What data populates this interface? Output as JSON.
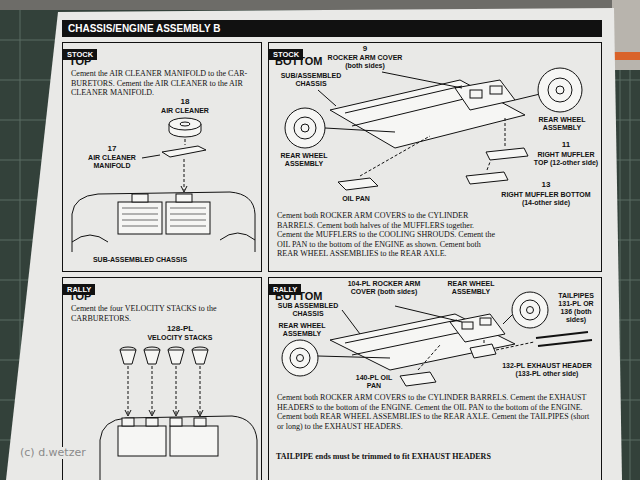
{
  "diagram": {
    "title": "CHASSIS/ENGINE ASSEMBLY B",
    "nodes": [
      {
        "text": [
          "STOCK",
          "TOP",
          "Cement the AIR CLEANER MANIFOLD to the CAR-BURETORS. Cement the AIR CLEANER to the AIR CLEANER MANIFOLD."
        ]
      },
      {
        "text": [
          "STOCK",
          "BOTTOM",
          "Cement both ROCKER ARM COVERS to the CYLINDER BARRELS. Cement both halves of the MUFFLERS together. Cement the MUFFLERS to the COOLING SHROUDS. Cement the OIL PAN to the bottom of the ENGINE as shown. Cement both REAR WHEEL ASSEMBLIES to the REAR AXLE."
        ]
      },
      {
        "text": [
          "RALLY",
          "TOP",
          "Cement the four VELOCITY STACKS to the CARBURETORS."
        ]
      },
      {
        "text": [
          "RALLY",
          "BOTTOM",
          "Cement both ROCKER ARM COVERS to the CYLINDER BARRELS. Cement the EXHAUST HEADERS to the bottom of the ENGINE. Cement the OIL PAN to the bottom of the ENGINE. Cement both REAR WHEEL ASSEMBLIES to the REAR AXLE. Cement the TAILPIPES (short or long) to the EXHAUST HEADERS."
        ]
      }
    ],
    "labels": [
      "18",
      "AIR CLEANER",
      "17",
      "AIR CLEANER MANIFOLD",
      "SUB-ASSEMBLED CHASSIS",
      "9",
      "ROCKER ARM COVER (both sides)",
      "SUB/ASSEMBLED CHASSIS",
      "REAR WHEEL ASSEMBLY",
      "REAR WHEEL ASSEMBLY",
      "OIL PAN",
      "11",
      "RIGHT MUFFLER TOP (12-other side)",
      "13",
      "RIGHT MUFFLER BOTTOM (14-other side)",
      "128-PL",
      "VELOCITY STACKS",
      "SUB ASSEMBLED CHASSIS",
      "104-PL ROCKER ARM COVER (both sides)",
      "REAR WHEEL ASSEMBLY",
      "TAILPIPES 131-PL OR 136 (both sides)",
      "REAR WHEEL ASSEMBLY",
      "132-PL EXHAUST HEADER (133-PL other side)",
      "140-PL OIL PAN",
      "TAILPIPE ends must be trimmed to fit EXHAUST HEADERS",
      "(c) d.wetzer"
    ]
  }
}
